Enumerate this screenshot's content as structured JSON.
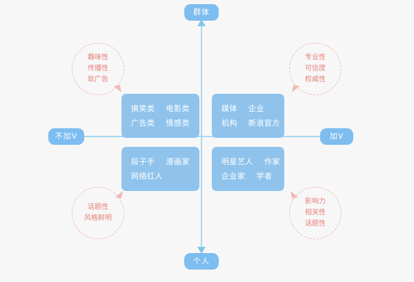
{
  "colors": {
    "background": "#f7f7f7",
    "axis": "#a8d8ef",
    "pill_fill": "#7dbdf0",
    "box_fill": "#8fc3ec",
    "box_text": "#ffffff",
    "bubble_text": "#e8827c",
    "bubble_border": "#f0b9b6"
  },
  "axes": {
    "vertical": {
      "top_label": "群体",
      "bottom_label": "个人"
    },
    "horizontal": {
      "left_label": "不加V",
      "right_label": "加V"
    }
  },
  "quadrants": {
    "top_left": {
      "rows": [
        [
          "搞笑类",
          "电影类"
        ],
        [
          "广告类",
          "情感类"
        ]
      ]
    },
    "top_right": {
      "rows": [
        [
          "媒体",
          "企业"
        ],
        [
          "机构",
          "新浪官方"
        ]
      ]
    },
    "bottom_left": {
      "rows": [
        [
          "段子手",
          "漫画家"
        ],
        [
          "网络红人"
        ]
      ]
    },
    "bottom_right": {
      "rows": [
        [
          "明星艺人",
          "作家"
        ],
        [
          "企业家",
          "学者"
        ]
      ]
    }
  },
  "annotations": {
    "top_left": [
      "趣味性",
      "传播性",
      "软广告"
    ],
    "top_right": [
      "专业性",
      "可信度",
      "权威性"
    ],
    "bottom_left": [
      "话题性",
      "风格鲜明"
    ],
    "bottom_right": [
      "影响力",
      "相关性",
      "话题性"
    ]
  }
}
